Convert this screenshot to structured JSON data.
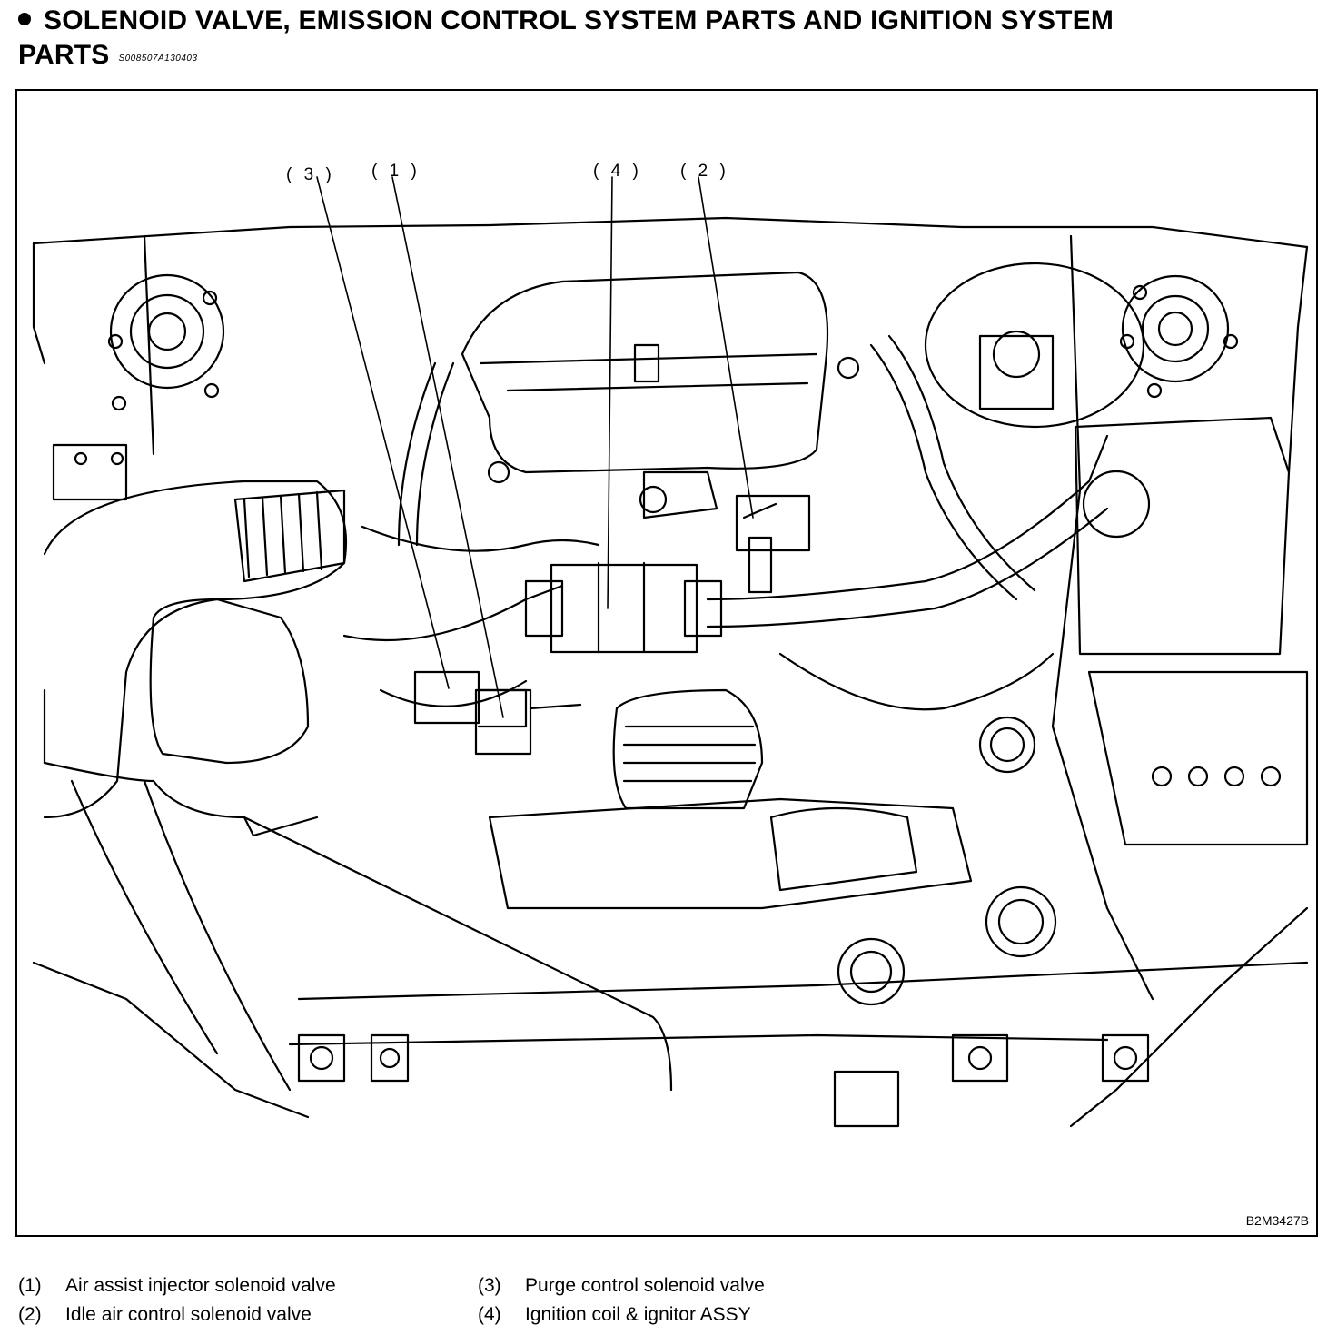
{
  "title": {
    "line1": "SOLENOID VALVE, EMISSION CONTROL SYSTEM PARTS AND IGNITION SYSTEM",
    "line2": "PARTS",
    "code": "S008507A130403"
  },
  "figure": {
    "code": "B2M3427B",
    "callouts": [
      {
        "num": "( 3 )"
      },
      {
        "num": "( 1 )"
      },
      {
        "num": "( 4 )"
      },
      {
        "num": "( 2 )"
      }
    ]
  },
  "legend": [
    {
      "num": "(1)",
      "text": "Air assist injector solenoid valve"
    },
    {
      "num": "(2)",
      "text": "Idle air control solenoid valve"
    },
    {
      "num": "(3)",
      "text": "Purge control solenoid valve"
    },
    {
      "num": "(4)",
      "text": "Ignition coil & ignitor ASSY"
    }
  ]
}
